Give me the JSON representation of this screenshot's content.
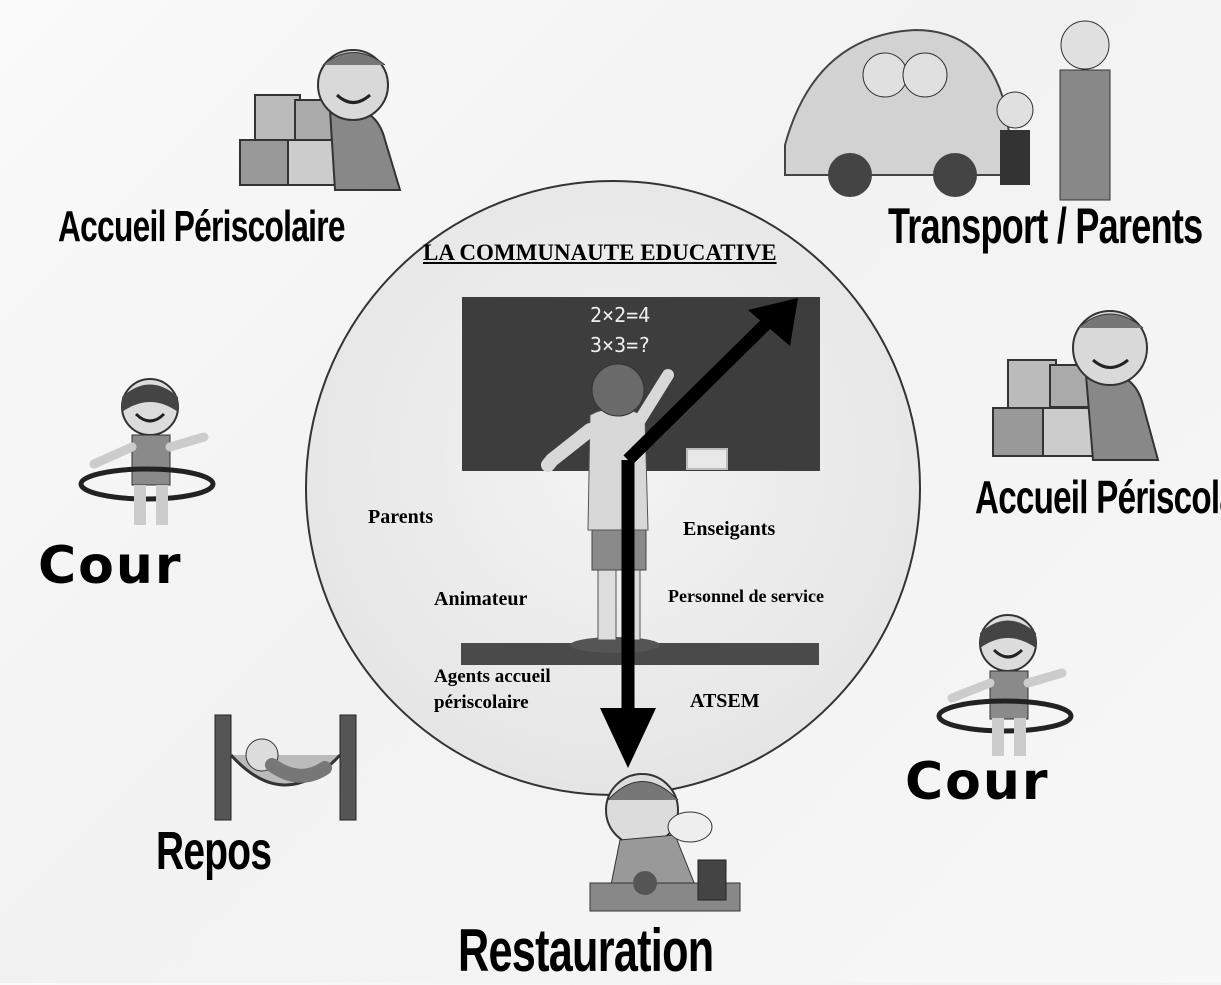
{
  "center": {
    "title": "LA COMMUNAUTE EDUCATIVE",
    "chalk_line1": "2×2=4",
    "chalk_line2": "3×3=?",
    "roles": {
      "parents": "Parents",
      "enseigants": "Enseigants",
      "animateur": "Animateur",
      "personnel": "Personnel de service",
      "agents_line1": "Agents accueil",
      "agents_line2": "périscolaire",
      "atsem": "ATSEM"
    }
  },
  "activities": {
    "accueil_left": "Accueil Périscolaire",
    "transport": "Transport / Parents",
    "accueil_right": "Accueil Périscolaire",
    "cour_left": "Cour",
    "cour_right": "Cour",
    "repos": "Repos",
    "restauration": "Restauration"
  },
  "icons": {
    "blocks": "child-with-blocks-icon",
    "hula": "girl-hula-hoop-icon",
    "hammock": "child-hammock-icon",
    "lunch": "child-eating-icon",
    "bus": "family-car-icon"
  }
}
